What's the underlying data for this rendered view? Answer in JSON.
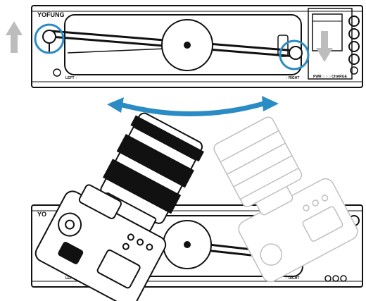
{
  "top_slider": {
    "brand": "YOFUNG",
    "left_label": "LEFT ↑",
    "right_label": "↑ RIGHT",
    "bottom_status": "PWR ○ ○ ○ CHARGE"
  },
  "bottom_slider": {
    "brand": "YO",
    "left_label": "LEFT ↑",
    "right_label": "↑ RIGHT"
  },
  "colors": {
    "highlight_circle": "#2a8cc4",
    "rotation_arrow": "#2a8cc4",
    "gray_arrow": "#bdbdbd",
    "outline": "#111111"
  },
  "icons": {
    "up_arrow": "up-arrow-icon",
    "down_arrow": "down-arrow-icon",
    "rotation_arrow": "double-headed-curved-arrow-icon"
  }
}
